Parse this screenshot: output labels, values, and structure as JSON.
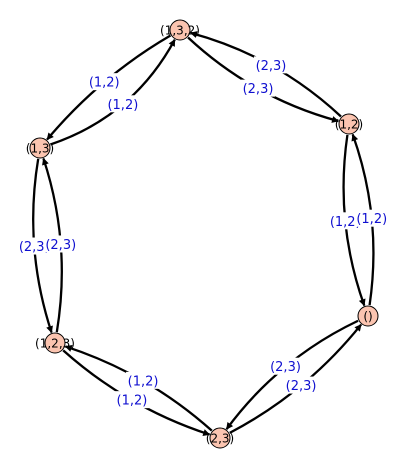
{
  "graph": {
    "vertices": [
      {
        "id": "v132",
        "label": "(1,3,2)"
      },
      {
        "id": "v12",
        "label": "(1,2)"
      },
      {
        "id": "v13",
        "label": "(1,3)"
      },
      {
        "id": "vid",
        "label": "()"
      },
      {
        "id": "v123",
        "label": "(1,2,3)"
      },
      {
        "id": "v23",
        "label": "(2,3)"
      }
    ],
    "edges": [
      {
        "from": "v13",
        "to": "v132",
        "label": "(1,2)"
      },
      {
        "from": "v132",
        "to": "v13",
        "label": "(1,2)"
      },
      {
        "from": "v132",
        "to": "v12",
        "label": "(2,3)"
      },
      {
        "from": "v12",
        "to": "v132",
        "label": "(2,3)"
      },
      {
        "from": "v13",
        "to": "v123",
        "label": "(2,3)"
      },
      {
        "from": "v123",
        "to": "v13",
        "label": "(2,3)"
      },
      {
        "from": "v12",
        "to": "vid",
        "label": "(1,2)"
      },
      {
        "from": "vid",
        "to": "v12",
        "label": "(1,2)"
      },
      {
        "from": "v123",
        "to": "v23",
        "label": "(1,2)"
      },
      {
        "from": "v23",
        "to": "v123",
        "label": "(1,2)"
      },
      {
        "from": "v23",
        "to": "vid",
        "label": "(2,3)"
      },
      {
        "from": "vid",
        "to": "v23",
        "label": "(2,3)"
      }
    ],
    "colors": {
      "vertex_fill": "#fbc4b0",
      "edge": "#000000",
      "edge_label": "#1010d0"
    }
  }
}
